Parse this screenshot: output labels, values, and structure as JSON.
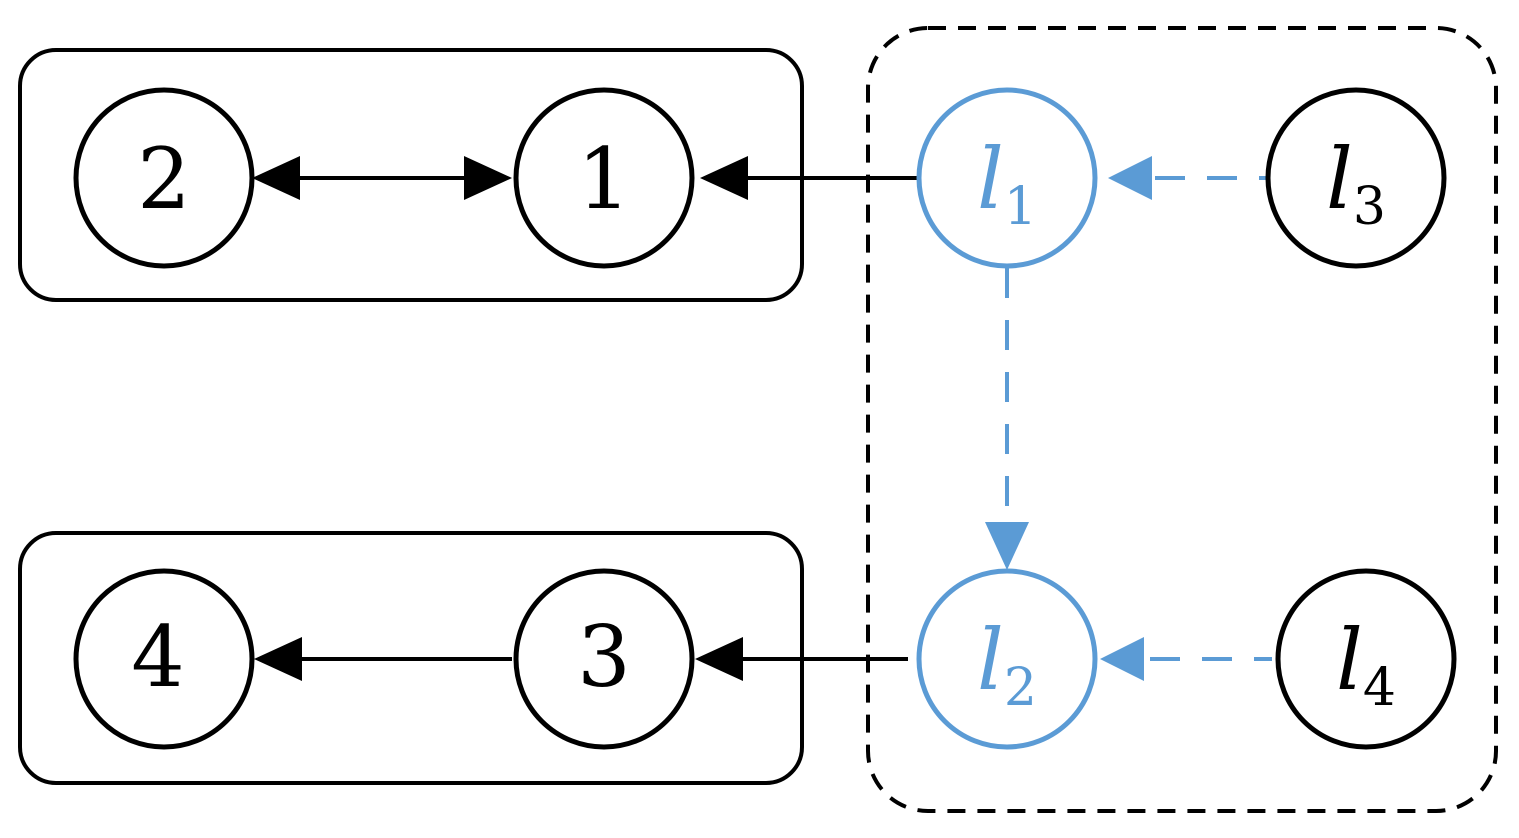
{
  "colors": {
    "black": "#000000",
    "blue": "#5b9bd5"
  },
  "nodes": {
    "n1": {
      "text": "1"
    },
    "n2": {
      "text": "2"
    },
    "n3": {
      "text": "3"
    },
    "n4": {
      "text": "4"
    },
    "l1": {
      "base": "l",
      "sub": "1"
    },
    "l2": {
      "base": "l",
      "sub": "2"
    },
    "l3": {
      "base": "l",
      "sub": "3"
    },
    "l4": {
      "base": "l",
      "sub": "4"
    }
  }
}
